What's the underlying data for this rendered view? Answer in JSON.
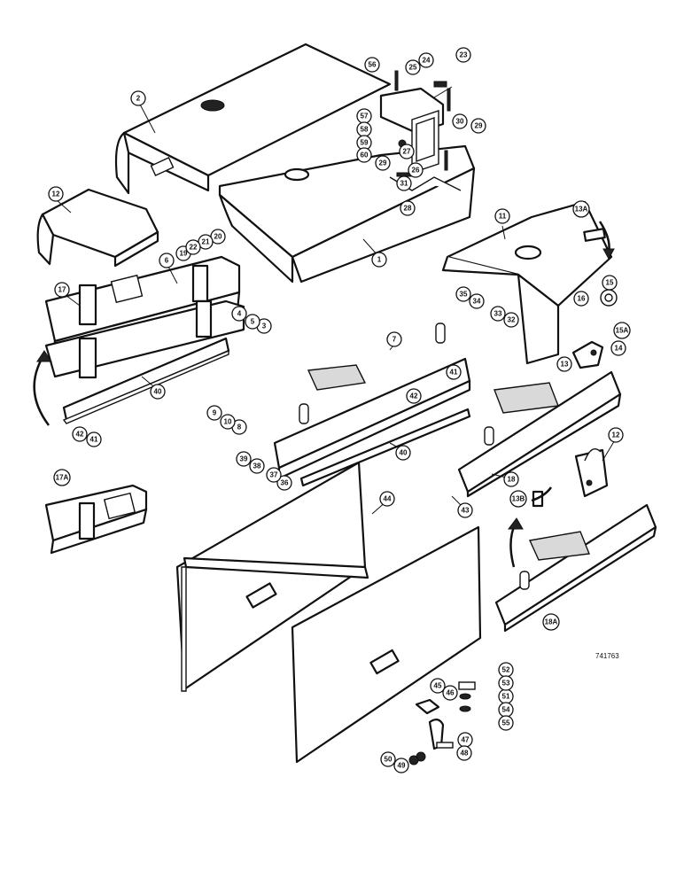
{
  "drawing_ref": "741763",
  "callouts": [
    {
      "id": "c1",
      "label": "1"
    },
    {
      "id": "c2",
      "label": "2"
    },
    {
      "id": "c3",
      "label": "3"
    },
    {
      "id": "c4",
      "label": "4"
    },
    {
      "id": "c5",
      "label": "5"
    },
    {
      "id": "c6",
      "label": "6"
    },
    {
      "id": "c7",
      "label": "7"
    },
    {
      "id": "c8",
      "label": "8"
    },
    {
      "id": "c9",
      "label": "9"
    },
    {
      "id": "c10",
      "label": "10"
    },
    {
      "id": "c11",
      "label": "11"
    },
    {
      "id": "c12a",
      "label": "12"
    },
    {
      "id": "c12b",
      "label": "12"
    },
    {
      "id": "c13",
      "label": "13"
    },
    {
      "id": "c13a",
      "label": "13A"
    },
    {
      "id": "c13b",
      "label": "13B"
    },
    {
      "id": "c14",
      "label": "14"
    },
    {
      "id": "c15",
      "label": "15"
    },
    {
      "id": "c15a",
      "label": "15A"
    },
    {
      "id": "c16",
      "label": "16"
    },
    {
      "id": "c17",
      "label": "17"
    },
    {
      "id": "c17a",
      "label": "17A"
    },
    {
      "id": "c18",
      "label": "18"
    },
    {
      "id": "c18a",
      "label": "18A"
    },
    {
      "id": "c19",
      "label": "19"
    },
    {
      "id": "c20",
      "label": "20"
    },
    {
      "id": "c21",
      "label": "21"
    },
    {
      "id": "c22",
      "label": "22"
    },
    {
      "id": "c23",
      "label": "23"
    },
    {
      "id": "c24",
      "label": "24"
    },
    {
      "id": "c25",
      "label": "25"
    },
    {
      "id": "c26",
      "label": "26"
    },
    {
      "id": "c27",
      "label": "27"
    },
    {
      "id": "c28",
      "label": "28"
    },
    {
      "id": "c29a",
      "label": "29"
    },
    {
      "id": "c29b",
      "label": "29"
    },
    {
      "id": "c30",
      "label": "30"
    },
    {
      "id": "c31",
      "label": "31"
    },
    {
      "id": "c32",
      "label": "32"
    },
    {
      "id": "c33",
      "label": "33"
    },
    {
      "id": "c34",
      "label": "34"
    },
    {
      "id": "c35",
      "label": "35"
    },
    {
      "id": "c36",
      "label": "36"
    },
    {
      "id": "c37",
      "label": "37"
    },
    {
      "id": "c38",
      "label": "38"
    },
    {
      "id": "c39",
      "label": "39"
    },
    {
      "id": "c40a",
      "label": "40"
    },
    {
      "id": "c40b",
      "label": "40"
    },
    {
      "id": "c41a",
      "label": "41"
    },
    {
      "id": "c41b",
      "label": "41"
    },
    {
      "id": "c42a",
      "label": "42"
    },
    {
      "id": "c42b",
      "label": "42"
    },
    {
      "id": "c43",
      "label": "43"
    },
    {
      "id": "c44",
      "label": "44"
    },
    {
      "id": "c45",
      "label": "45"
    },
    {
      "id": "c46",
      "label": "46"
    },
    {
      "id": "c47",
      "label": "47"
    },
    {
      "id": "c48",
      "label": "48"
    },
    {
      "id": "c49",
      "label": "49"
    },
    {
      "id": "c50",
      "label": "50"
    },
    {
      "id": "c51",
      "label": "51"
    },
    {
      "id": "c52",
      "label": "52"
    },
    {
      "id": "c53",
      "label": "53"
    },
    {
      "id": "c54",
      "label": "54"
    },
    {
      "id": "c55",
      "label": "55"
    },
    {
      "id": "c56",
      "label": "56"
    },
    {
      "id": "c57",
      "label": "57"
    },
    {
      "id": "c58",
      "label": "58"
    },
    {
      "id": "c59",
      "label": "59"
    },
    {
      "id": "c60",
      "label": "60"
    }
  ]
}
